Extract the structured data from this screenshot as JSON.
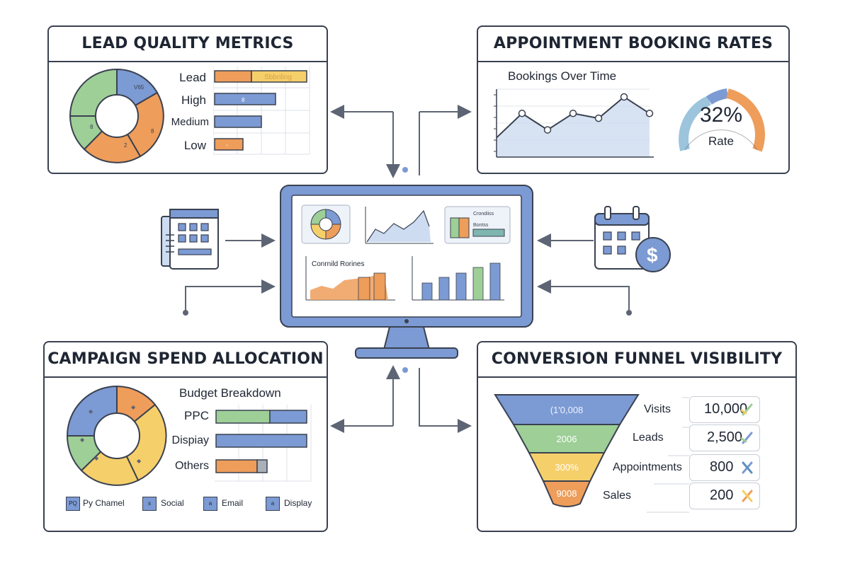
{
  "colors": {
    "blue": "#7c9ad3",
    "orange": "#ee9d5a",
    "green": "#9dcf97",
    "yellow": "#f5cf6a",
    "outline": "#3a4150",
    "lightblue": "#cddcf0"
  },
  "lead_quality": {
    "title": "LEAD QUALITY METRICS",
    "rows": [
      {
        "label": "Lead",
        "bar_text": "Sbbriling"
      },
      {
        "label": "High",
        "bar_text": "8"
      },
      {
        "label": "Medium",
        "bar_text": ""
      },
      {
        "label": "Low",
        "bar_text": "-"
      }
    ],
    "pie_labels": [
      "V65",
      "8",
      "8",
      "2"
    ]
  },
  "booking_rates": {
    "title": "APPOINTMENT BOOKING RATES",
    "chart_title": "Bookings Over Time",
    "gauge_value": "32%",
    "gauge_label": "Rate"
  },
  "dashboard": {
    "mini_chart_title": "Conrnild Rorines",
    "mini_labels": [
      "Crondiiss",
      "Bontss"
    ]
  },
  "campaign_spend": {
    "title": "CAMPAIGN SPEND ALLOCATION",
    "chart_title": "Budget Breakdown",
    "rows": [
      {
        "label": "PPC"
      },
      {
        "label": "Dispiay"
      },
      {
        "label": "Others"
      }
    ],
    "legend": [
      "Py Chamel",
      "Social",
      "Email",
      "Display"
    ],
    "legend_box_text": [
      "PQ",
      "s",
      "a",
      "a"
    ]
  },
  "funnel": {
    "title": "CONVERSION FUNNEL VISIBILITY",
    "stages": [
      {
        "label": "Visits",
        "inner": "(1'0,008",
        "value": "10,000"
      },
      {
        "label": "Leads",
        "inner": "2006",
        "value": "2,500"
      },
      {
        "label": "Appointments",
        "inner": "300%",
        "value": "800"
      },
      {
        "label": "Sales",
        "inner": "9008",
        "value": "200"
      }
    ]
  },
  "chart_data": {
    "type": "line",
    "title": "Bookings Over Time",
    "x": [
      1,
      2,
      3,
      4,
      5,
      6,
      7
    ],
    "series": [
      {
        "values": [
          20,
          45,
          28,
          45,
          40,
          62,
          45
        ]
      }
    ],
    "ylim": [
      0,
      70
    ],
    "grid": true
  }
}
